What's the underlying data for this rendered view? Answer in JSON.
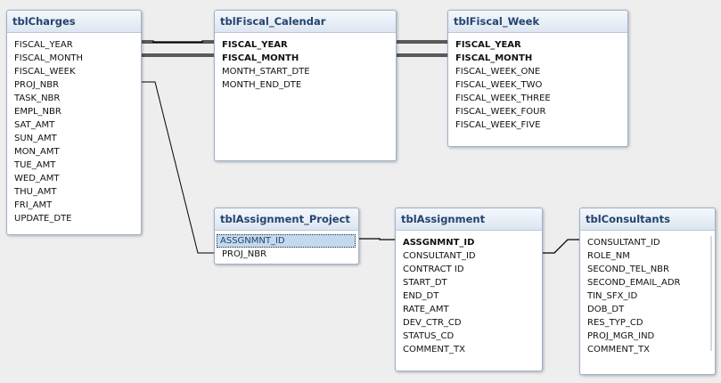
{
  "tables": {
    "charges": {
      "name": "tblCharges",
      "fields": [
        "FISCAL_YEAR",
        "FISCAL_MONTH",
        "FISCAL_WEEK",
        "PROJ_NBR",
        "TASK_NBR",
        "EMPL_NBR",
        "SAT_AMT",
        "SUN_AMT",
        "MON_AMT",
        "TUE_AMT",
        "WED_AMT",
        "THU_AMT",
        "FRI_AMT",
        "UPDATE_DTE"
      ]
    },
    "fiscal_calendar": {
      "name": "tblFiscal_Calendar",
      "fields": [
        "FISCAL_YEAR",
        "FISCAL_MONTH",
        "MONTH_START_DTE",
        "MONTH_END_DTE"
      ],
      "key_fields": [
        "FISCAL_YEAR",
        "FISCAL_MONTH"
      ]
    },
    "fiscal_week": {
      "name": "tblFiscal_Week",
      "fields": [
        "FISCAL_YEAR",
        "FISCAL_MONTH",
        "FISCAL_WEEK_ONE",
        "FISCAL_WEEK_TWO",
        "FISCAL_WEEK_THREE",
        "FISCAL_WEEK_FOUR",
        "FISCAL_WEEK_FIVE"
      ],
      "key_fields": [
        "FISCAL_YEAR",
        "FISCAL_MONTH"
      ]
    },
    "assignment_project": {
      "name": "tblAssignment_Project",
      "fields": [
        "ASSGNMNT_ID",
        "PROJ_NBR"
      ],
      "selected_field": "ASSGNMNT_ID"
    },
    "assignment": {
      "name": "tblAssignment",
      "fields": [
        "ASSGNMNT_ID",
        "CONSULTANT_ID",
        "CONTRACT ID",
        "START_DT",
        "END_DT",
        "RATE_AMT",
        "DEV_CTR_CD",
        "STATUS_CD",
        "COMMENT_TX"
      ],
      "key_fields": [
        "ASSGNMNT_ID"
      ]
    },
    "consultants": {
      "name": "tblConsultants",
      "fields": [
        "CONSULTANT_ID",
        "ROLE_NM",
        "SECOND_TEL_NBR",
        "SECOND_EMAIL_ADR",
        "TIN_SFX_ID",
        "DOB_DT",
        "RES_TYP_CD",
        "PROJ_MGR_IND",
        "COMMENT_TX"
      ]
    }
  },
  "relationships": [
    {
      "from": "tblCharges.FISCAL_YEAR",
      "to": "tblFiscal_Calendar.FISCAL_YEAR"
    },
    {
      "from": "tblCharges.FISCAL_MONTH",
      "to": "tblFiscal_Calendar.FISCAL_MONTH"
    },
    {
      "from": "tblFiscal_Calendar.FISCAL_YEAR",
      "to": "tblFiscal_Week.FISCAL_YEAR"
    },
    {
      "from": "tblFiscal_Calendar.FISCAL_MONTH",
      "to": "tblFiscal_Week.FISCAL_MONTH"
    },
    {
      "from": "tblCharges.PROJ_NBR",
      "to": "tblAssignment_Project.PROJ_NBR"
    },
    {
      "from": "tblAssignment_Project.ASSGNMNT_ID",
      "to": "tblAssignment.ASSGNMNT_ID"
    },
    {
      "from": "tblAssignment.CONSULTANT_ID",
      "to": "tblConsultants.CONSULTANT_ID"
    }
  ],
  "colors": {
    "canvas": "#eeeeee",
    "title_text": "#23446e",
    "line": "#000000",
    "selection": "#c3d9ee"
  }
}
